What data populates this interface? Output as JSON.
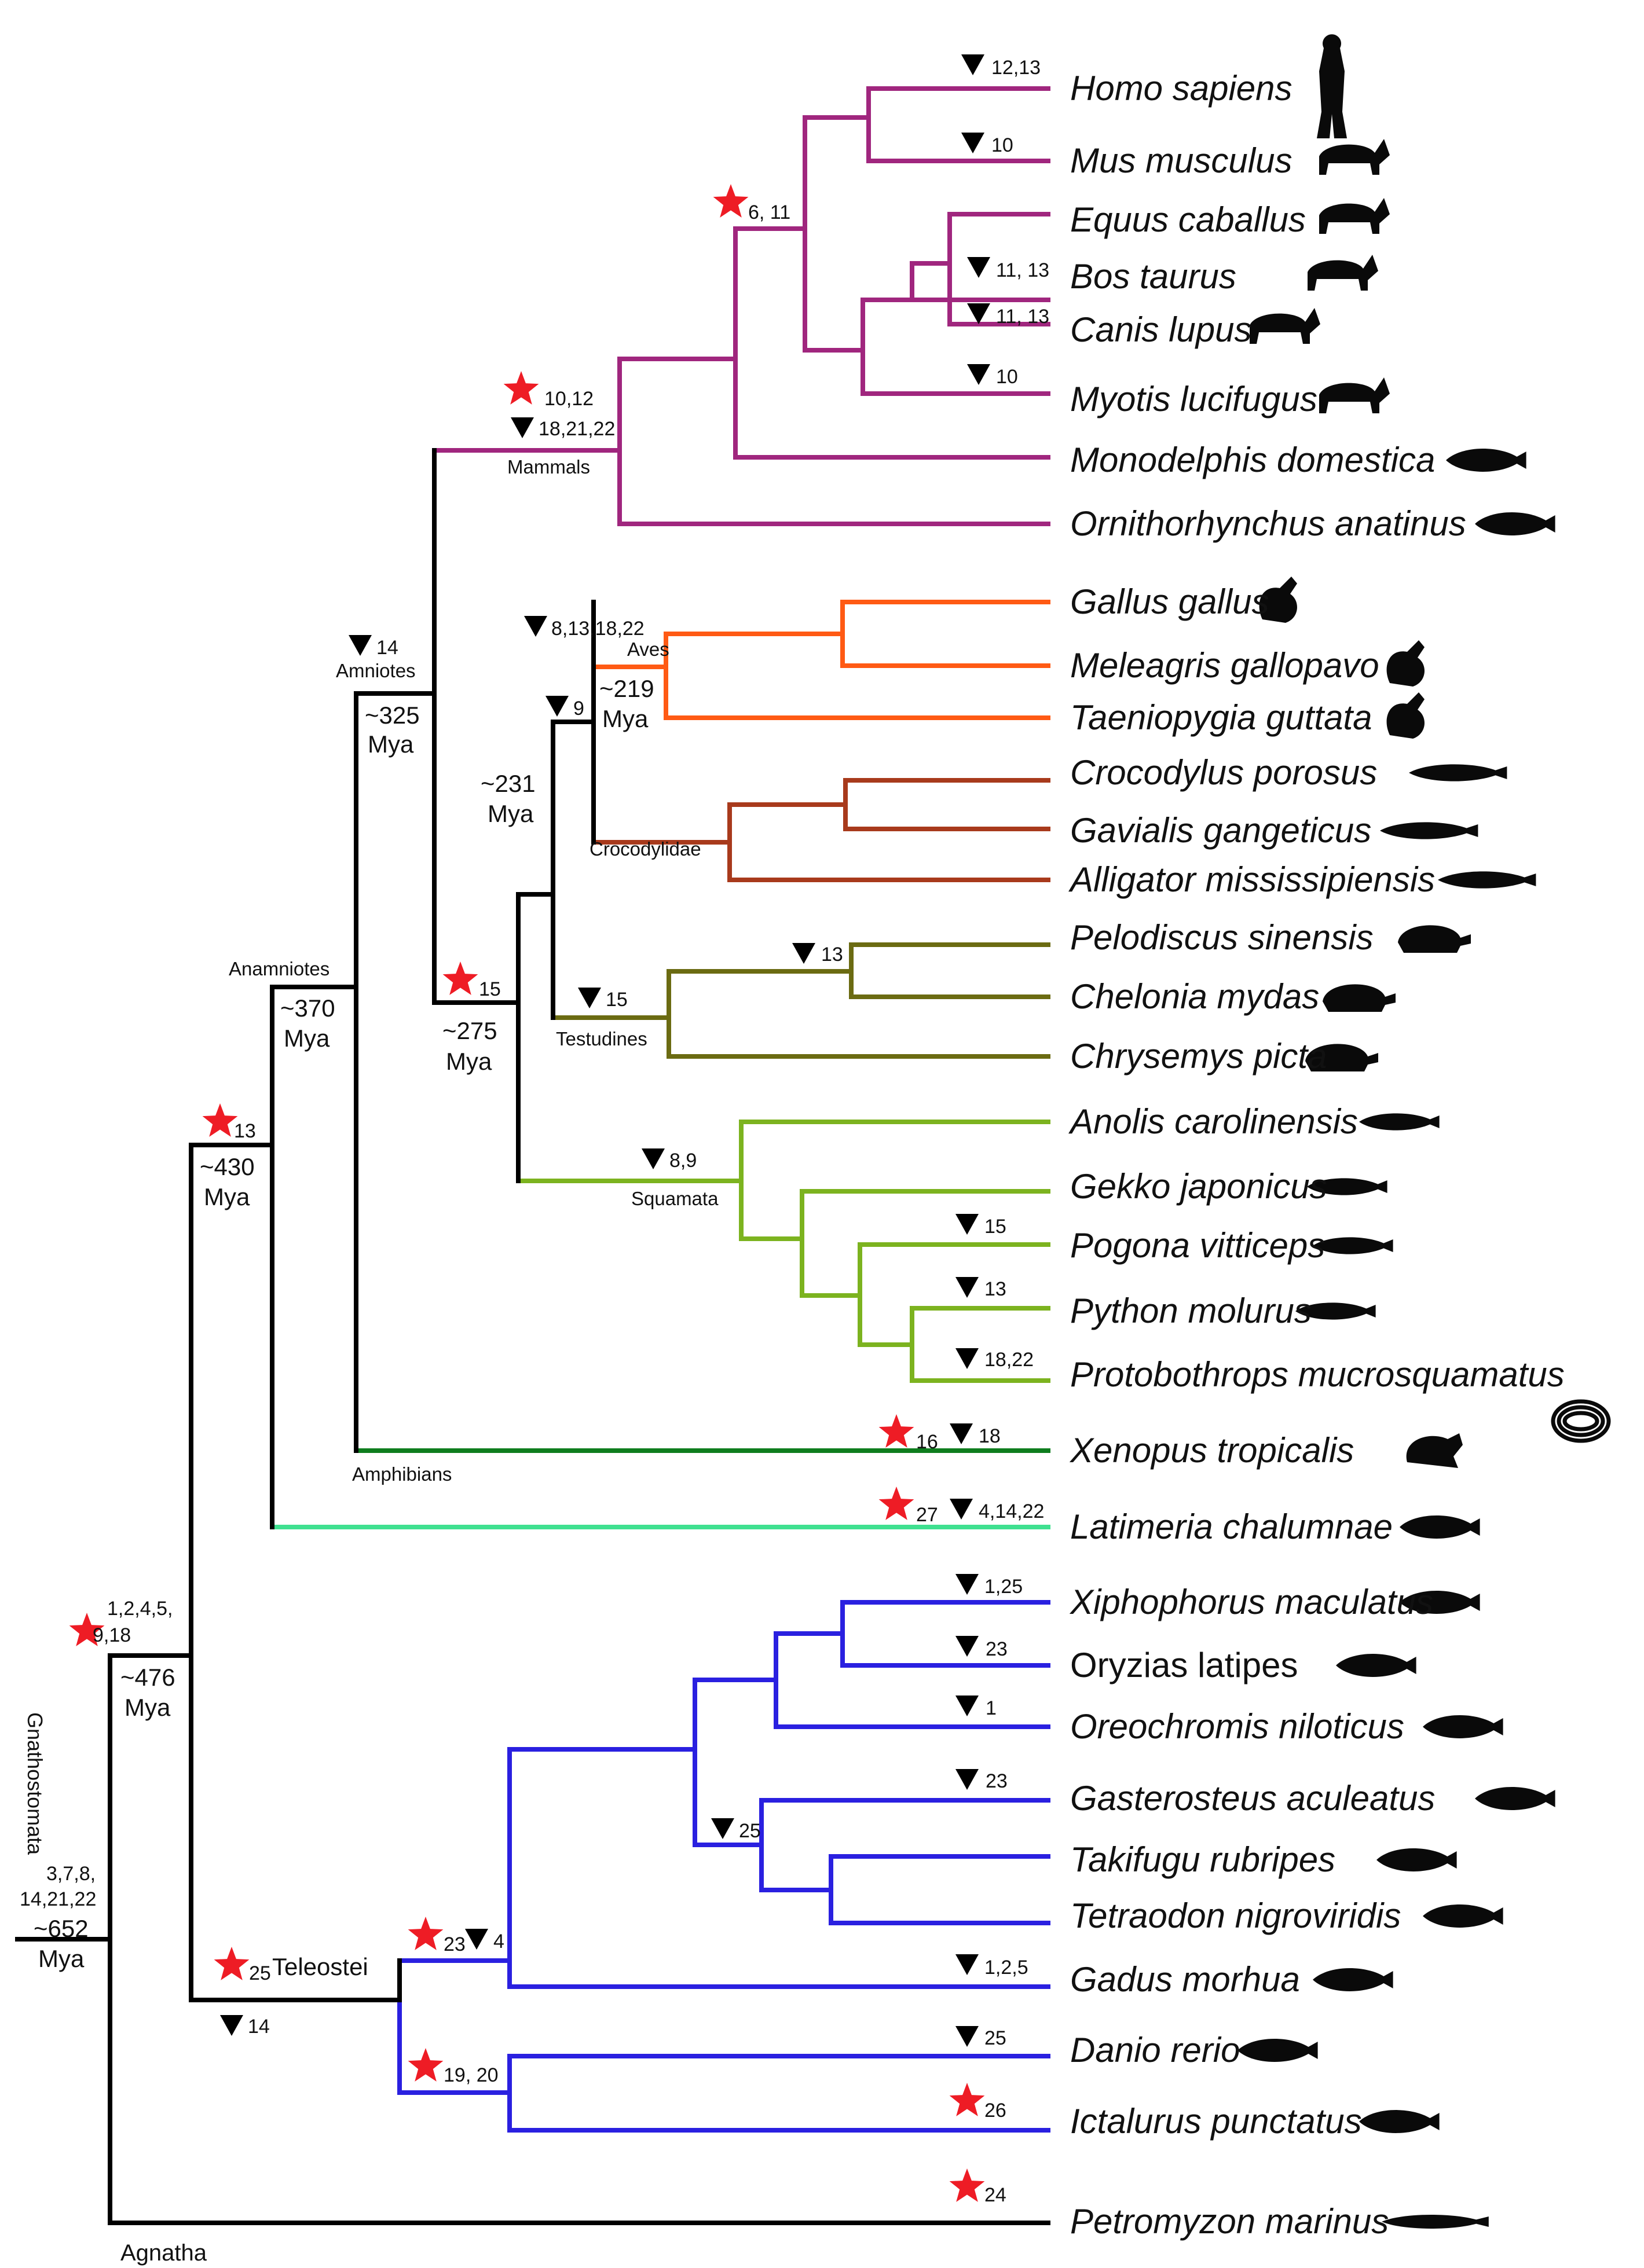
{
  "colors": {
    "mammals": "#a0267e",
    "aves": "#ff5a14",
    "crocodylidae": "#a83a1c",
    "testudines": "#6b6b12",
    "squamata": "#7cb31f",
    "amphibians": "#0e7d1e",
    "coelacanth": "#3fe090",
    "teleostei": "#2a20e0",
    "backbone": "#000000",
    "star": "#ee1c25",
    "silhouette": "#0a0a0a"
  },
  "species": [
    {
      "name": "Homo sapiens",
      "icon": "human-silhouette-icon"
    },
    {
      "name": "Mus musculus",
      "icon": "mouse-silhouette-icon"
    },
    {
      "name": "Equus caballus",
      "icon": "horse-silhouette-icon"
    },
    {
      "name": "Bos taurus",
      "icon": "cow-silhouette-icon"
    },
    {
      "name": "Canis lupus",
      "icon": "dog-silhouette-icon"
    },
    {
      "name": "Myotis lucifugus",
      "icon": "bat-silhouette-icon"
    },
    {
      "name": "Monodelphis domestica",
      "icon": "opossum-silhouette-icon"
    },
    {
      "name": "Ornithorhynchus anatinus",
      "icon": "platypus-silhouette-icon"
    },
    {
      "name": "Gallus gallus",
      "icon": "chicken-silhouette-icon"
    },
    {
      "name": "Meleagris gallopavo",
      "icon": "turkey-silhouette-icon"
    },
    {
      "name": "Taeniopygia guttata",
      "icon": "finch-silhouette-icon"
    },
    {
      "name": "Crocodylus porosus",
      "icon": "crocodile-silhouette-icon"
    },
    {
      "name": "Gavialis gangeticus",
      "icon": "gharial-silhouette-icon"
    },
    {
      "name": "Alligator mississipiensis",
      "icon": "alligator-silhouette-icon"
    },
    {
      "name": "Pelodiscus sinensis",
      "icon": "softshell-turtle-silhouette-icon"
    },
    {
      "name": "Chelonia mydas",
      "icon": "sea-turtle-silhouette-icon"
    },
    {
      "name": "Chrysemys picta",
      "icon": "painted-turtle-silhouette-icon"
    },
    {
      "name": "Anolis carolinensis",
      "icon": "anole-silhouette-icon"
    },
    {
      "name": "Gekko japonicus",
      "icon": "gecko-silhouette-icon"
    },
    {
      "name": "Pogona vitticeps",
      "icon": "bearded-dragon-silhouette-icon"
    },
    {
      "name": "Python molurus",
      "icon": "python-silhouette-icon"
    },
    {
      "name": "Protobothrops mucrosquamatus",
      "icon": "coiled-snake-silhouette-icon"
    },
    {
      "name": "Xenopus tropicalis",
      "icon": "frog-silhouette-icon"
    },
    {
      "name": "Latimeria chalumnae",
      "icon": "coelacanth-silhouette-icon"
    },
    {
      "name": "Xiphophorus maculatus",
      "icon": "platyfish-silhouette-icon"
    },
    {
      "name": "Oryzias latipes",
      "icon": "medaka-silhouette-icon",
      "upright": true
    },
    {
      "name": "Oreochromis niloticus",
      "icon": "tilapia-silhouette-icon"
    },
    {
      "name": "Gasterosteus aculeatus",
      "icon": "stickleback-silhouette-icon"
    },
    {
      "name": "Takifugu rubripes",
      "icon": "pufferfish-silhouette-icon"
    },
    {
      "name": "Tetraodon nigroviridis",
      "icon": "green-pufferfish-silhouette-icon"
    },
    {
      "name": "Gadus morhua",
      "icon": "cod-silhouette-icon"
    },
    {
      "name": "Danio rerio",
      "icon": "zebrafish-silhouette-icon"
    },
    {
      "name": "Ictalurus punctatus",
      "icon": "catfish-silhouette-icon"
    },
    {
      "name": "Petromyzon marinus",
      "icon": "lamprey-silhouette-icon"
    }
  ],
  "clades": {
    "mammals": "Mammals",
    "amniotes": "Amniotes",
    "aves": "Aves",
    "crocodylidae": "Crocodylidae",
    "testudines": "Testudines",
    "squamata": "Squamata",
    "anamniotes": "Anamniotes",
    "amphibians": "Amphibians",
    "teleostei": "Teleostei",
    "gnathostomata": "Gnathostomata",
    "agnatha": "Agnatha"
  },
  "ages": {
    "amniotes_1": "~325",
    "amniotes_2": "Mya",
    "aves_1": "~219",
    "aves_2": "Mya",
    "archosaur_1": "~231",
    "archosaur_2": "Mya",
    "sauropsid_1": "~275",
    "sauropsid_2": "Mya",
    "tetrapod_1": "~370",
    "tetrapod_2": "Mya",
    "sarco_1": "~430",
    "sarco_2": "Mya",
    "osteichthyes_1": "~476",
    "osteichthyes_2": "Mya",
    "vertebrates_1": "~652",
    "vertebrates_2": "Mya"
  },
  "annotations": {
    "homo_tri": "12,13",
    "mus_tri": "10",
    "primate_star": "6, 11",
    "bos_tri": "11, 13",
    "canis_tri": "11, 13",
    "myotis_tri": "10",
    "mammal_star": "10,12",
    "mammal_tri": "18,21,22",
    "aves_tri": "8,13,18,22",
    "amniote_tri": "14",
    "archosaur_tri": "9",
    "sauropsid_star": "15",
    "testudines_tri": "15",
    "chelonia_tri": "13",
    "squamata_tri": "8,9",
    "pogona_tri": "15",
    "python_tri": "13",
    "proto_tri": "18,22",
    "xenopus_star": "16",
    "xenopus_tri": "18",
    "latimeria_star": "27",
    "latimeria_tri": "4,14,22",
    "sarco_star": "13",
    "osteichthyes_star_1": "1,2,4,5,",
    "osteichthyes_star_2": "9,18",
    "root_1": "3,7,8,",
    "root_2": "14,21,22",
    "xipho_tri": "1,25",
    "oryzias_tri": "23",
    "oreo_tri": "1",
    "gaster_tri": "23",
    "perco_tri": "25",
    "gadus_tri": "1,2,5",
    "euteleost_star": "23",
    "euteleost_tri": "4",
    "teleost_star": "25",
    "teleost_tri": "14",
    "danio_tri": "25",
    "otophysi_star": "19, 20",
    "ictalurus_star": "26",
    "petromyzon_star": "24"
  }
}
